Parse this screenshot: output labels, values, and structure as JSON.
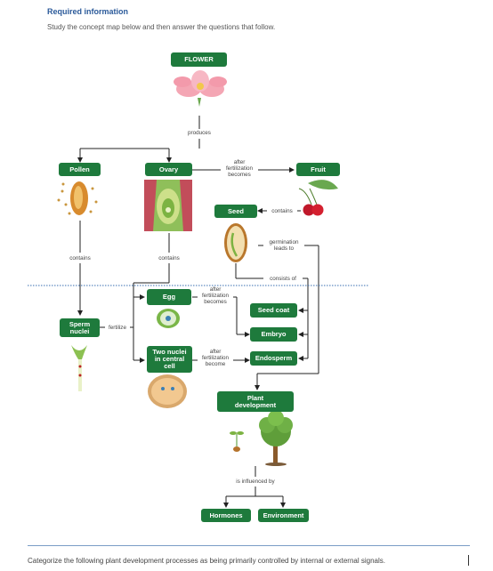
{
  "header": {
    "required_label": "Required information",
    "instruction": "Study the concept map below and then answer the questions that follow."
  },
  "nodes": {
    "flower": "FLOWER",
    "pollen": "Pollen",
    "ovary": "Ovary",
    "fruit": "Fruit",
    "seed": "Seed",
    "egg": "Egg",
    "sperm_nuclei": "Sperm nuclei",
    "seed_coat": "Seed coat",
    "embryo": "Embryo",
    "two_nuclei": "Two nuclei in central cell",
    "endosperm": "Endosperm",
    "plant_development": "Plant development",
    "hormones": "Hormones",
    "environment": "Environment"
  },
  "labels": {
    "produces": "produces",
    "after_fert_becomes_1": "after fertilization becomes",
    "contains_seed": "contains",
    "contains_pollen": "contains",
    "contains_ovary": "contains",
    "germination": "germination leads to",
    "consists_of": "consists of",
    "after_fert_becomes_2": "after fertilization becomes",
    "fertilize": "fertilize",
    "after_fert_become": "after fertilization become",
    "influenced_by": "is influenced by"
  },
  "colors": {
    "node_green": "#1e7a3c",
    "line_blue": "#7a9cc6",
    "title_blue": "#2b5a9a"
  },
  "question": "Categorize the following plant development processes as being primarily controlled by internal or external signals."
}
